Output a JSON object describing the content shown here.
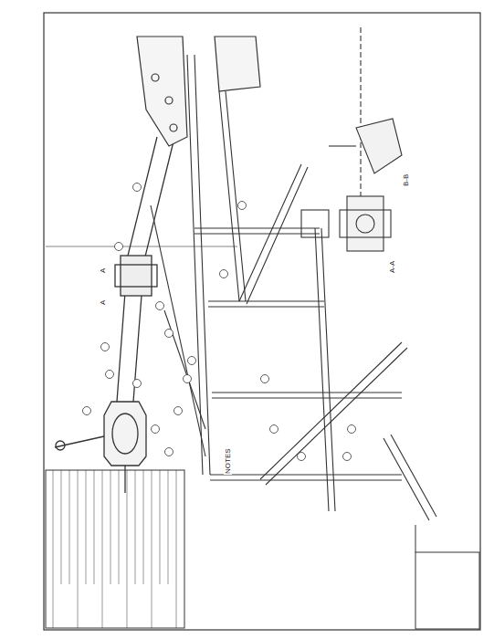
{
  "diagram": {
    "labels": [
      "A-A",
      "B-B",
      "A",
      "A",
      "NOTES"
    ]
  }
}
